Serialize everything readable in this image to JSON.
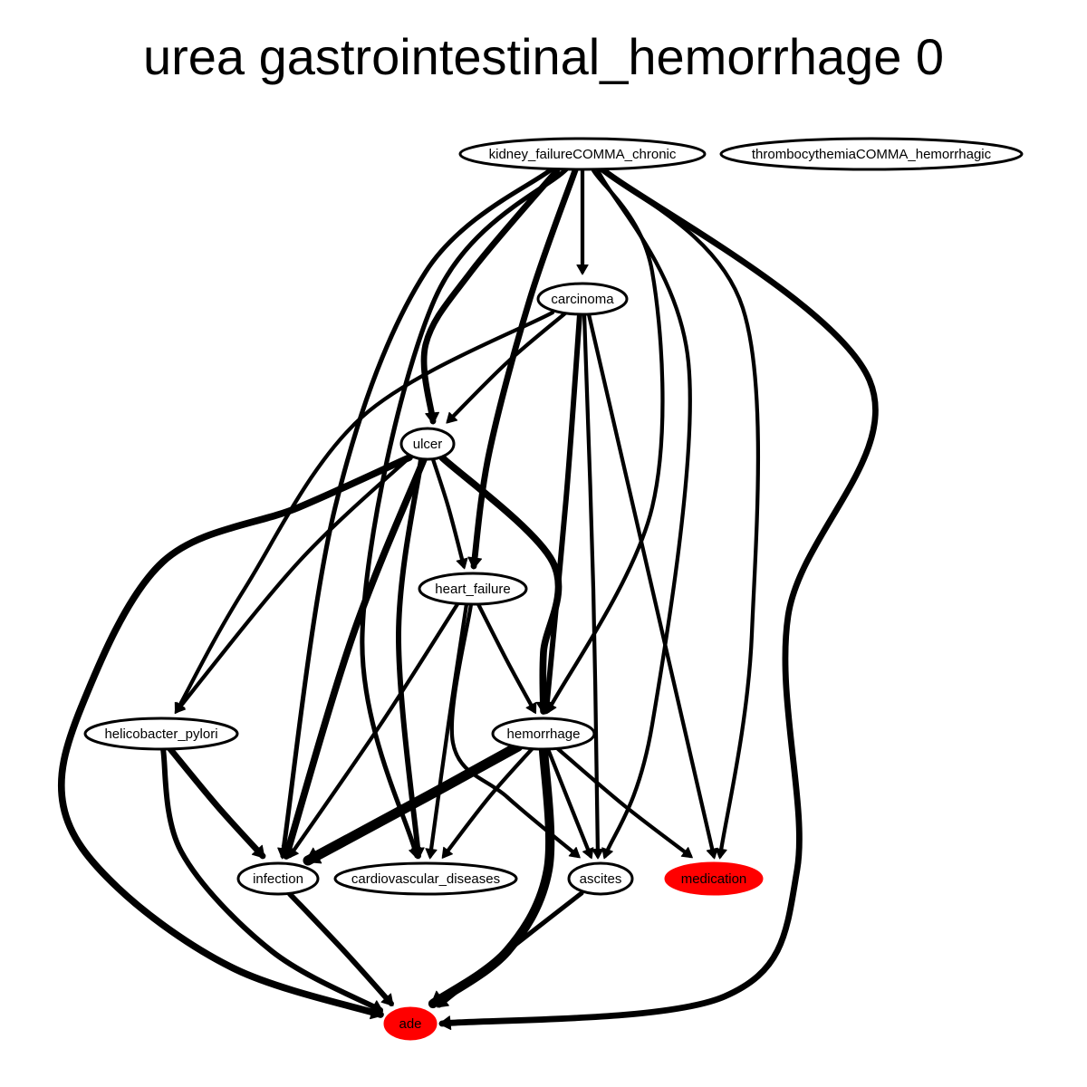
{
  "title": "urea gastrointestinal_hemorrhage 0",
  "colors": {
    "edge": "#000000",
    "node_fill_default": "#ffffff",
    "node_fill_highlight": "#ff0000",
    "node_stroke": "#000000"
  },
  "nodes": [
    {
      "id": "kidney_failure",
      "label": "kidney_failureCOMMA_chronic",
      "highlight": false
    },
    {
      "id": "thrombocythemia",
      "label": "thrombocythemiaCOMMA_hemorrhagic",
      "highlight": false
    },
    {
      "id": "carcinoma",
      "label": "carcinoma",
      "highlight": false
    },
    {
      "id": "ulcer",
      "label": "ulcer",
      "highlight": false
    },
    {
      "id": "heart_failure",
      "label": "heart_failure",
      "highlight": false
    },
    {
      "id": "helicobacter_pylori",
      "label": "helicobacter_pylori",
      "highlight": false
    },
    {
      "id": "hemorrhage",
      "label": "hemorrhage",
      "highlight": false
    },
    {
      "id": "infection",
      "label": "infection",
      "highlight": false
    },
    {
      "id": "cardiovascular_diseases",
      "label": "cardiovascular_diseases",
      "highlight": false
    },
    {
      "id": "ascites",
      "label": "ascites",
      "highlight": false
    },
    {
      "id": "medication",
      "label": "medication",
      "highlight": true
    },
    {
      "id": "ade",
      "label": "ade",
      "highlight": true
    }
  ],
  "edges": [
    {
      "source": "kidney_failure",
      "target": "carcinoma",
      "weight": 5
    },
    {
      "source": "kidney_failure",
      "target": "ulcer",
      "weight": 8
    },
    {
      "source": "kidney_failure",
      "target": "heart_failure",
      "weight": 8
    },
    {
      "source": "kidney_failure",
      "target": "hemorrhage",
      "weight": 5
    },
    {
      "source": "kidney_failure",
      "target": "infection",
      "weight": 6
    },
    {
      "source": "kidney_failure",
      "target": "cardiovascular_diseases",
      "weight": 6
    },
    {
      "source": "kidney_failure",
      "target": "ascites",
      "weight": 5
    },
    {
      "source": "kidney_failure",
      "target": "medication",
      "weight": 5
    },
    {
      "source": "kidney_failure",
      "target": "ade",
      "weight": 8
    },
    {
      "source": "carcinoma",
      "target": "ulcer",
      "weight": 5
    },
    {
      "source": "carcinoma",
      "target": "helicobacter_pylori",
      "weight": 5
    },
    {
      "source": "carcinoma",
      "target": "hemorrhage",
      "weight": 7
    },
    {
      "source": "carcinoma",
      "target": "ascites",
      "weight": 5
    },
    {
      "source": "carcinoma",
      "target": "medication",
      "weight": 5
    },
    {
      "source": "ulcer",
      "target": "heart_failure",
      "weight": 5
    },
    {
      "source": "ulcer",
      "target": "hemorrhage",
      "weight": 9
    },
    {
      "source": "ulcer",
      "target": "helicobacter_pylori",
      "weight": 5
    },
    {
      "source": "ulcer",
      "target": "infection",
      "weight": 9
    },
    {
      "source": "ulcer",
      "target": "cardiovascular_diseases",
      "weight": 7
    },
    {
      "source": "ulcer",
      "target": "ade",
      "weight": 9
    },
    {
      "source": "heart_failure",
      "target": "hemorrhage",
      "weight": 5
    },
    {
      "source": "heart_failure",
      "target": "infection",
      "weight": 5
    },
    {
      "source": "heart_failure",
      "target": "cardiovascular_diseases",
      "weight": 5
    },
    {
      "source": "heart_failure",
      "target": "ascites",
      "weight": 5
    },
    {
      "source": "helicobacter_pylori",
      "target": "infection",
      "weight": 8
    },
    {
      "source": "helicobacter_pylori",
      "target": "ade",
      "weight": 7
    },
    {
      "source": "hemorrhage",
      "target": "infection",
      "weight": 13
    },
    {
      "source": "hemorrhage",
      "target": "cardiovascular_diseases",
      "weight": 5
    },
    {
      "source": "hemorrhage",
      "target": "ascites",
      "weight": 5
    },
    {
      "source": "hemorrhage",
      "target": "medication",
      "weight": 5
    },
    {
      "source": "hemorrhage",
      "target": "ade",
      "weight": 12
    },
    {
      "source": "infection",
      "target": "ade",
      "weight": 7
    },
    {
      "source": "ascites",
      "target": "ade",
      "weight": 6
    }
  ]
}
